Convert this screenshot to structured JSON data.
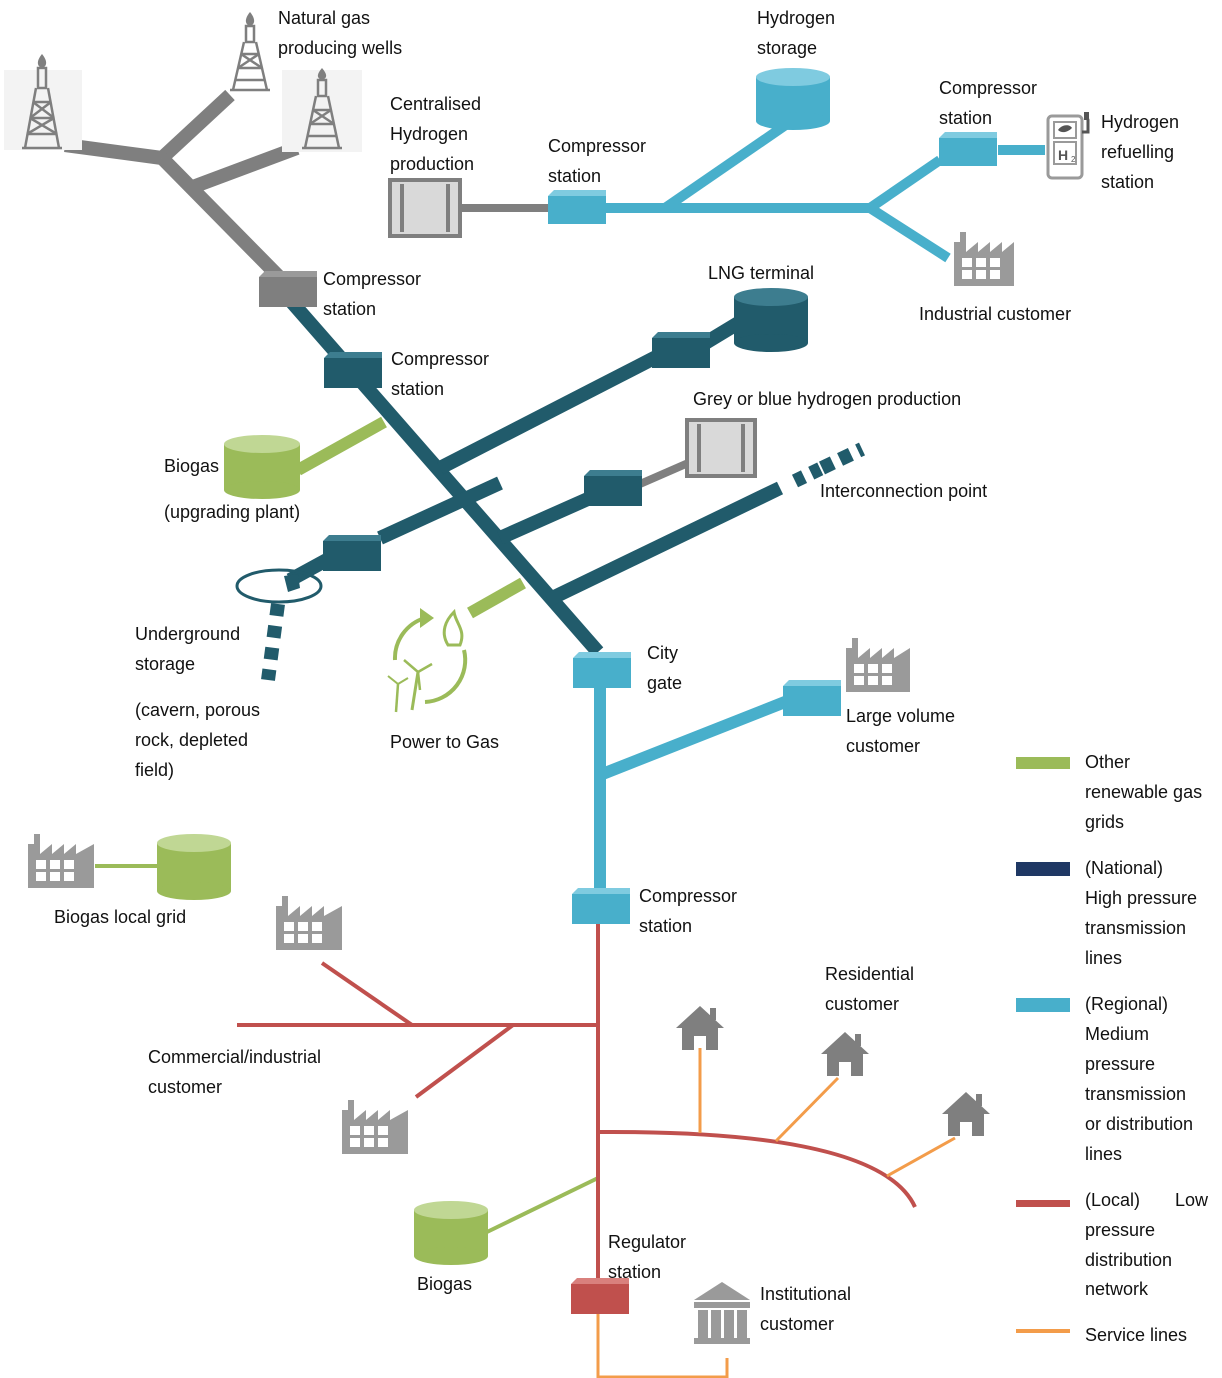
{
  "colors": {
    "national": "#215b6b",
    "regional": "#48afcb",
    "local": "#c0504d",
    "service": "#f39c4a",
    "renewable": "#9bbb59",
    "grey": "#7f7f7f",
    "icon_grey": "#9a9a9a",
    "legend_national": "#1f3864"
  },
  "labels": {
    "gas_wells": [
      "Natural gas",
      "producing wells"
    ],
    "hydrogen_storage": [
      "Hydrogen",
      "storage"
    ],
    "centralised_h2": [
      "Centralised",
      "Hydrogen",
      "production"
    ],
    "compressor_h2": [
      "Compressor",
      "station"
    ],
    "compressor_h2_right": [
      "Compressor",
      "station"
    ],
    "h2_refuelling": [
      "Hydrogen",
      "refuelling",
      "station"
    ],
    "industrial_customer": "Industrial customer",
    "compressor_grey": [
      "Compressor",
      "station"
    ],
    "lng_terminal": "LNG terminal",
    "compressor_national": [
      "Compressor",
      "station"
    ],
    "grey_blue_h2": "Grey or blue hydrogen production",
    "biogas_upgrading": [
      "Biogas",
      "(upgrading plant)"
    ],
    "interconnection": "Interconnection point",
    "underground_storage": [
      "Underground",
      "storage",
      "",
      "(cavern, porous",
      "rock, depleted",
      "field)"
    ],
    "power_to_gas": "Power to Gas",
    "city_gate": [
      "City",
      "gate"
    ],
    "large_volume": [
      "Large volume",
      "customer"
    ],
    "biogas_local_grid": "Biogas local grid",
    "compressor_regional": [
      "Compressor",
      "station"
    ],
    "residential": [
      "Residential",
      "customer"
    ],
    "commercial_industrial": [
      "Commercial/industrial",
      "customer"
    ],
    "biogas_bottom": "Biogas",
    "regulator": [
      "Regulator",
      "station"
    ],
    "institutional": [
      "Institutional",
      "customer"
    ],
    "h2_symbol": "H"
  },
  "legend": [
    {
      "key": "renewable",
      "lines": [
        "Other",
        "renewable gas",
        "grids"
      ]
    },
    {
      "key": "legend_national",
      "lines": [
        "(National)",
        "High  pressure",
        "transmission",
        "lines"
      ]
    },
    {
      "key": "regional",
      "lines": [
        "(Regional)",
        "Medium",
        "pressure",
        "transmission",
        "or distribution",
        "lines"
      ]
    },
    {
      "key": "local",
      "lines": [
        "(Local)       Low",
        "pressure",
        "distribution",
        "network"
      ]
    },
    {
      "key": "service",
      "lines": [
        "Service lines"
      ]
    }
  ]
}
